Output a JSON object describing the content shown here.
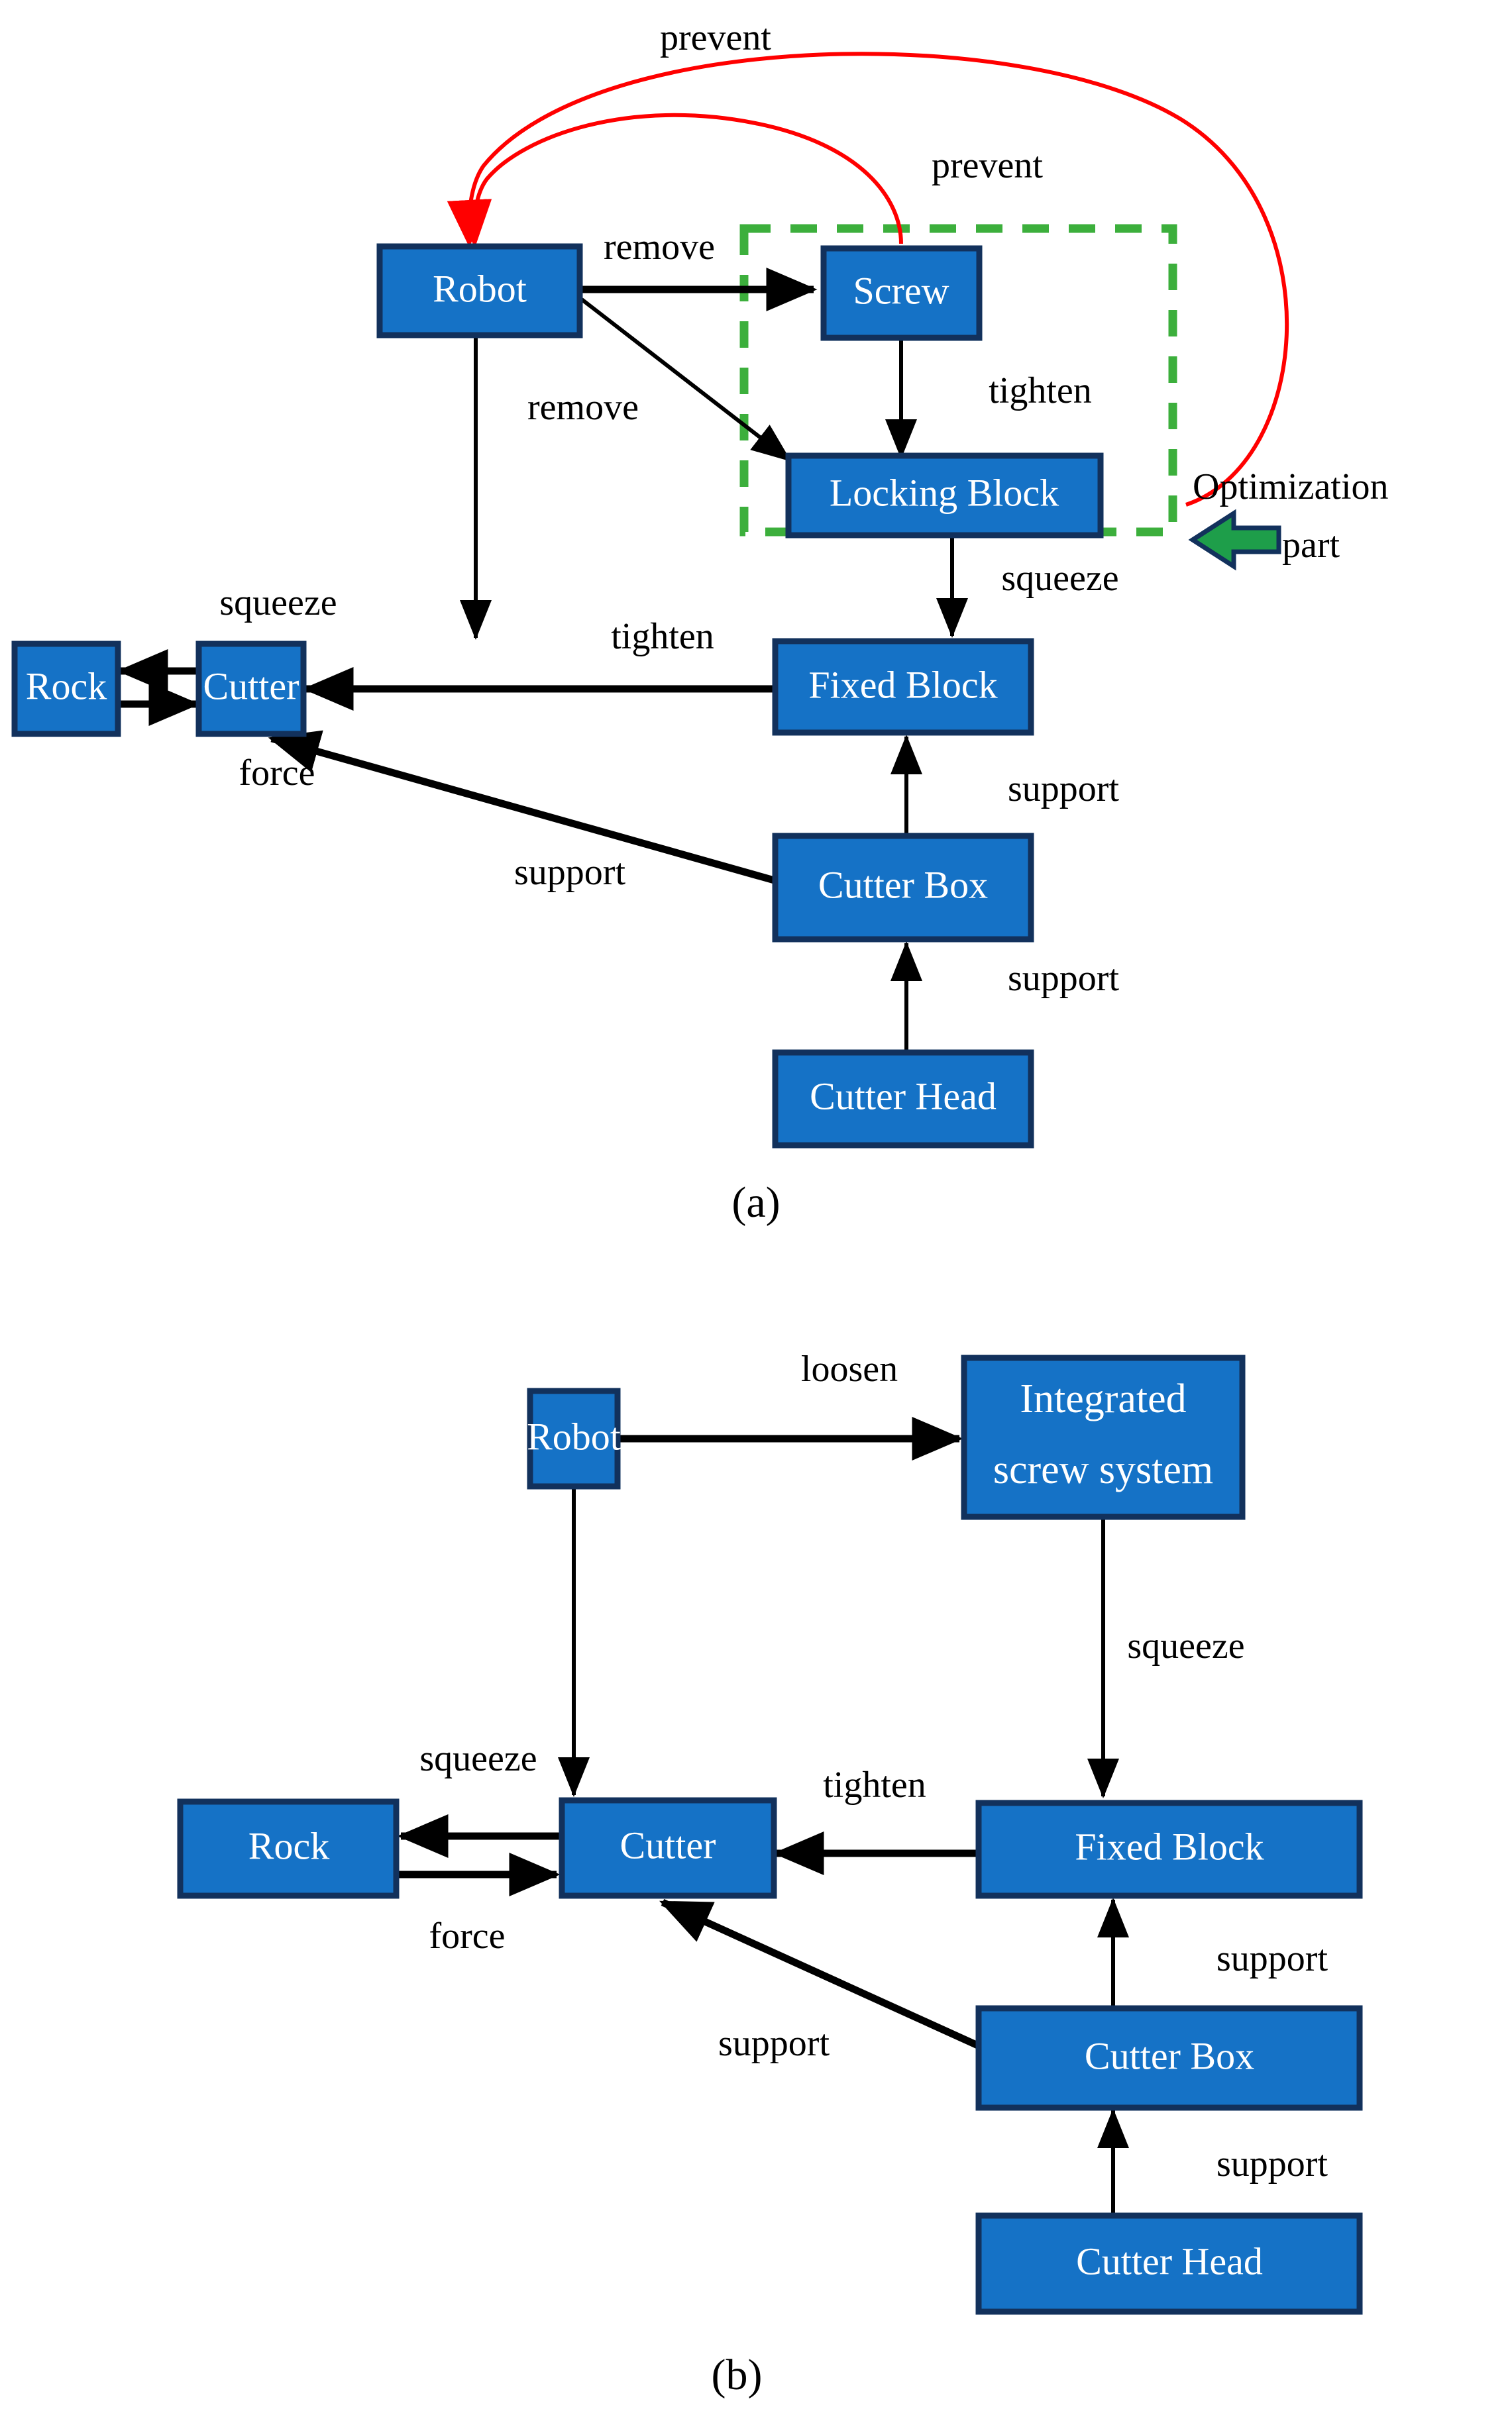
{
  "figure": {
    "panels": [
      {
        "id": "panel-a",
        "caption": "(a)",
        "nodes": [
          {
            "id": "robot",
            "label": "Robot"
          },
          {
            "id": "screw",
            "label": "Screw"
          },
          {
            "id": "locking_block",
            "label": "Locking Block"
          },
          {
            "id": "rock",
            "label": "Rock"
          },
          {
            "id": "cutter",
            "label": "Cutter"
          },
          {
            "id": "fixed_block",
            "label": "Fixed Block"
          },
          {
            "id": "cutter_box",
            "label": "Cutter Box"
          },
          {
            "id": "cutter_head",
            "label": "Cutter Head"
          }
        ],
        "edges": [
          {
            "from": "robot",
            "to": "screw",
            "label": "remove",
            "color": "#000000"
          },
          {
            "from": "robot",
            "to": "locking_block",
            "label": "remove",
            "color": "#000000"
          },
          {
            "from": "screw",
            "to": "locking_block",
            "label": "tighten",
            "color": "#000000"
          },
          {
            "from": "robot",
            "to": "cutter",
            "label": "",
            "color": "#000000"
          },
          {
            "from": "locking_block",
            "to": "fixed_block",
            "label": "squeeze",
            "color": "#000000"
          },
          {
            "from": "cutter",
            "to": "rock",
            "label": "squeeze",
            "color": "#000000"
          },
          {
            "from": "rock",
            "to": "cutter",
            "label": "force",
            "color": "#000000"
          },
          {
            "from": "fixed_block",
            "to": "cutter",
            "label": "tighten",
            "color": "#000000"
          },
          {
            "from": "cutter_box",
            "to": "cutter",
            "label": "support",
            "color": "#000000"
          },
          {
            "from": "cutter_box",
            "to": "fixed_block",
            "label": "support",
            "color": "#000000"
          },
          {
            "from": "cutter_head",
            "to": "cutter_box",
            "label": "support",
            "color": "#000000"
          },
          {
            "from": "locking_block",
            "to": "robot",
            "label": "prevent",
            "color": "#FF0000"
          },
          {
            "from": "screw",
            "to": "robot",
            "label": "prevent",
            "color": "#FF0000"
          }
        ],
        "annotations": {
          "optimization_label_line1": "Optimization",
          "optimization_label_line2": "part",
          "dashed_group_color": "#3CAF3C",
          "arrow_color": "#1E9E4A"
        }
      },
      {
        "id": "panel-b",
        "caption": "(b)",
        "nodes": [
          {
            "id": "robot_b",
            "label": "Robot"
          },
          {
            "id": "integrated_screw_system",
            "label": "Integrated",
            "label2": "screw system"
          },
          {
            "id": "rock_b",
            "label": "Rock"
          },
          {
            "id": "cutter_b",
            "label": "Cutter"
          },
          {
            "id": "fixed_block_b",
            "label": "Fixed Block"
          },
          {
            "id": "cutter_box_b",
            "label": "Cutter Box"
          },
          {
            "id": "cutter_head_b",
            "label": "Cutter Head"
          }
        ],
        "edges": [
          {
            "from": "robot_b",
            "to": "integrated_screw_system",
            "label": "loosen",
            "color": "#000000"
          },
          {
            "from": "integrated_screw_system",
            "to": "fixed_block_b",
            "label": "squeeze",
            "color": "#000000"
          },
          {
            "from": "robot_b",
            "to": "cutter_b",
            "label": "",
            "color": "#000000"
          },
          {
            "from": "cutter_b",
            "to": "rock_b",
            "label": "squeeze",
            "color": "#000000"
          },
          {
            "from": "rock_b",
            "to": "cutter_b",
            "label": "force",
            "color": "#000000"
          },
          {
            "from": "fixed_block_b",
            "to": "cutter_b",
            "label": "tighten",
            "color": "#000000"
          },
          {
            "from": "cutter_box_b",
            "to": "cutter_b",
            "label": "support",
            "color": "#000000"
          },
          {
            "from": "cutter_box_b",
            "to": "fixed_block_b",
            "label": "support",
            "color": "#000000"
          },
          {
            "from": "cutter_head_b",
            "to": "cutter_box_b",
            "label": "support",
            "color": "#000000"
          }
        ]
      }
    ],
    "colors": {
      "node_fill": "#1572C6",
      "node_stroke": "#12315C",
      "node_text": "#FFFFFF",
      "edge": "#000000",
      "prevent_edge": "#FF0000",
      "group_dash": "#3CAF3C",
      "optimization_arrow": "#1E9E4A",
      "background": "#FFFFFF"
    }
  },
  "labels": {
    "a": {
      "prevent_outer": "prevent",
      "prevent_inner": "prevent",
      "remove_top": "remove",
      "remove_diag": "remove",
      "tighten_screw": "tighten",
      "squeeze_lb": "squeeze",
      "squeeze_rock": "squeeze",
      "force": "force",
      "tighten_fb": "tighten",
      "support_cb_cutter": "support",
      "support_cb_fb": "support",
      "support_ch_cb": "support",
      "optimization": "Optimization",
      "part": "part",
      "caption": "(a)"
    },
    "b": {
      "loosen": "loosen",
      "squeeze_iss": "squeeze",
      "squeeze_rock": "squeeze",
      "force": "force",
      "tighten_fb": "tighten",
      "support_cb_cutter": "support",
      "support_cb_fb": "support",
      "support_ch_cb": "support",
      "caption": "(b)"
    }
  },
  "nodes_text": {
    "a": {
      "robot": "Robot",
      "screw": "Screw",
      "locking_block": "Locking Block",
      "rock": "Rock",
      "cutter": "Cutter",
      "fixed_block": "Fixed Block",
      "cutter_box": "Cutter Box",
      "cutter_head": "Cutter Head"
    },
    "b": {
      "robot": "Robot",
      "iss_line1": "Integrated",
      "iss_line2": "screw system",
      "rock": "Rock",
      "cutter": "Cutter",
      "fixed_block": "Fixed Block",
      "cutter_box": "Cutter Box",
      "cutter_head": "Cutter Head"
    }
  }
}
